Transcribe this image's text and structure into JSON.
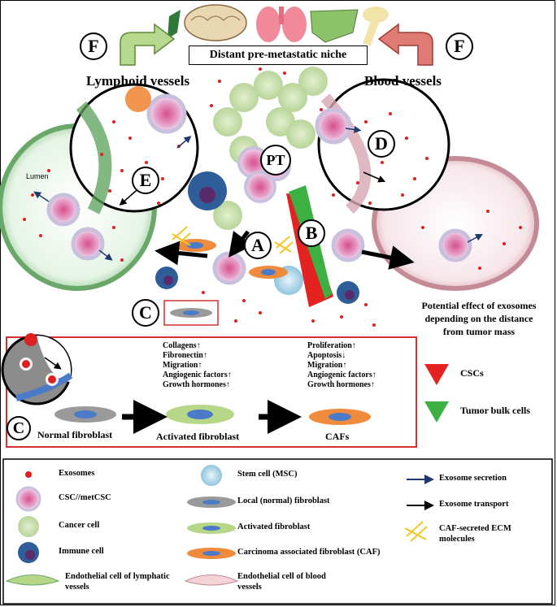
{
  "top": {
    "niche_label": "Distant pre-metastatic niche",
    "lymph_title": "Lymphoid vessels",
    "blood_title": "Blood vessels",
    "f_label": "F",
    "organs": [
      "lymph-node-icon",
      "brain-icon",
      "lungs-icon",
      "liver-icon",
      "bone-icon"
    ]
  },
  "center": {
    "pt": "PT",
    "a": "A",
    "b": "B",
    "c": "C",
    "d": "D",
    "e": "E",
    "lumen": "Lumen",
    "potential_effect": [
      "Potential effect of exosomes",
      "depending on the distance",
      "from tumor mass"
    ]
  },
  "panel": {
    "c_label": "C",
    "normal": "Normal fibroblast",
    "activated": "Activated fibroblast",
    "cafs": "CAFs",
    "activated_effects": [
      "Collagens↑",
      "Fibronectin↑",
      "Migration↑",
      "Angiogenic factors↑",
      "Growth hormones↑"
    ],
    "caf_effects": [
      "Proliferation↑",
      "Apoptosis↓",
      "Migration↑",
      "Angiogenic factors↑",
      "Growth hormones↑"
    ],
    "csc": "CSCs",
    "tumor_bulk": "Tumor  bulk cells"
  },
  "legend": {
    "exosomes": "Exosomes",
    "csc": "CSC//metCSC",
    "cancer": "Cancer cell",
    "immune": "Immune cell",
    "endo_lymph": [
      "Endothelial cell of lymphatic",
      "vessels"
    ],
    "stem": "Stem cell (MSC)",
    "local_fib": "Local (normal) fibroblast",
    "act_fib": "Activated fibroblast",
    "caf": "Carcinoma associated fibroblast (CAF)",
    "endo_blood": [
      "Endothelial cell of blood",
      "vessels"
    ],
    "secretion": "Exosome secretion",
    "transport": "Exosome transport",
    "ecm": [
      "CAF-secreted ECM",
      "molecules"
    ]
  },
  "colors": {
    "red": "#e02020",
    "green": "#3cb043",
    "navy": "#1f3a6e",
    "csc_pink": "#c77bb8",
    "fib_orange": "#f08a3c"
  }
}
